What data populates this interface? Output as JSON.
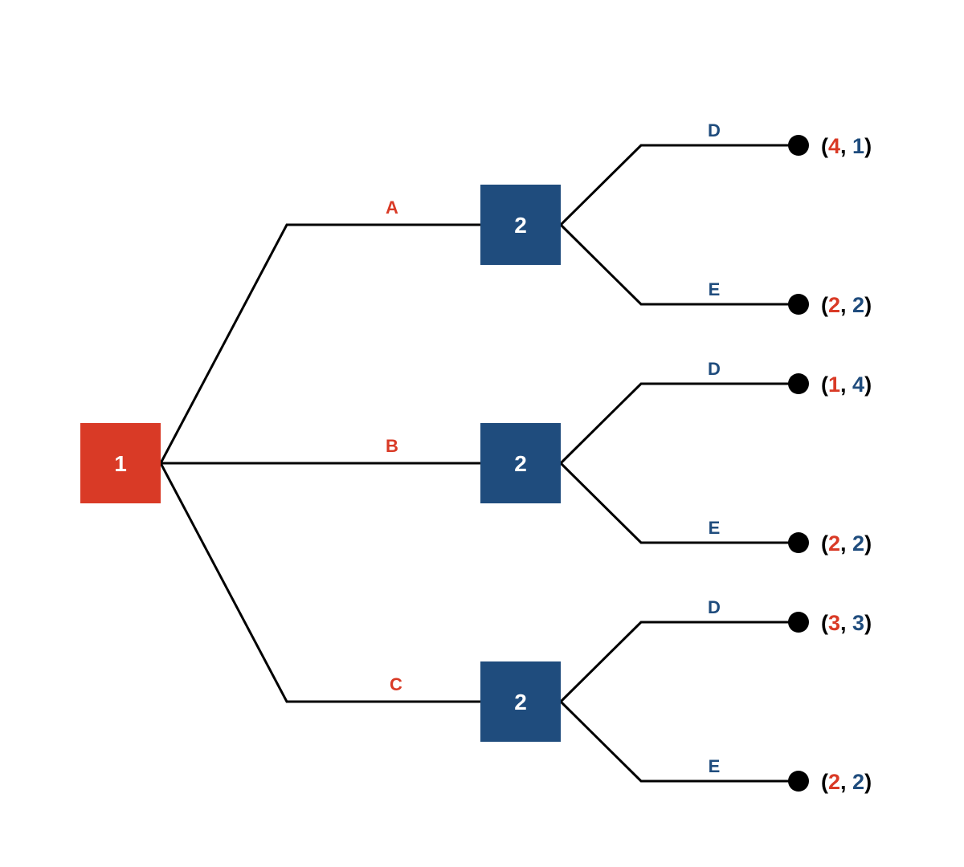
{
  "colors": {
    "player1": "#d93a26",
    "player2": "#1f4c7d",
    "edge": "#000000",
    "terminal": "#000000",
    "background": "#ffffff"
  },
  "root": {
    "label": "1",
    "player": "player1"
  },
  "subtrees": [
    {
      "move": "A",
      "node_label": "2",
      "leaves": [
        {
          "move": "D",
          "payoff": [
            "4",
            "1"
          ]
        },
        {
          "move": "E",
          "payoff": [
            "2",
            "2"
          ]
        }
      ]
    },
    {
      "move": "B",
      "node_label": "2",
      "leaves": [
        {
          "move": "D",
          "payoff": [
            "1",
            "4"
          ]
        },
        {
          "move": "E",
          "payoff": [
            "2",
            "2"
          ]
        }
      ]
    },
    {
      "move": "C",
      "node_label": "2",
      "leaves": [
        {
          "move": "D",
          "payoff": [
            "3",
            "3"
          ]
        },
        {
          "move": "E",
          "payoff": [
            "2",
            "2"
          ]
        }
      ]
    }
  ]
}
